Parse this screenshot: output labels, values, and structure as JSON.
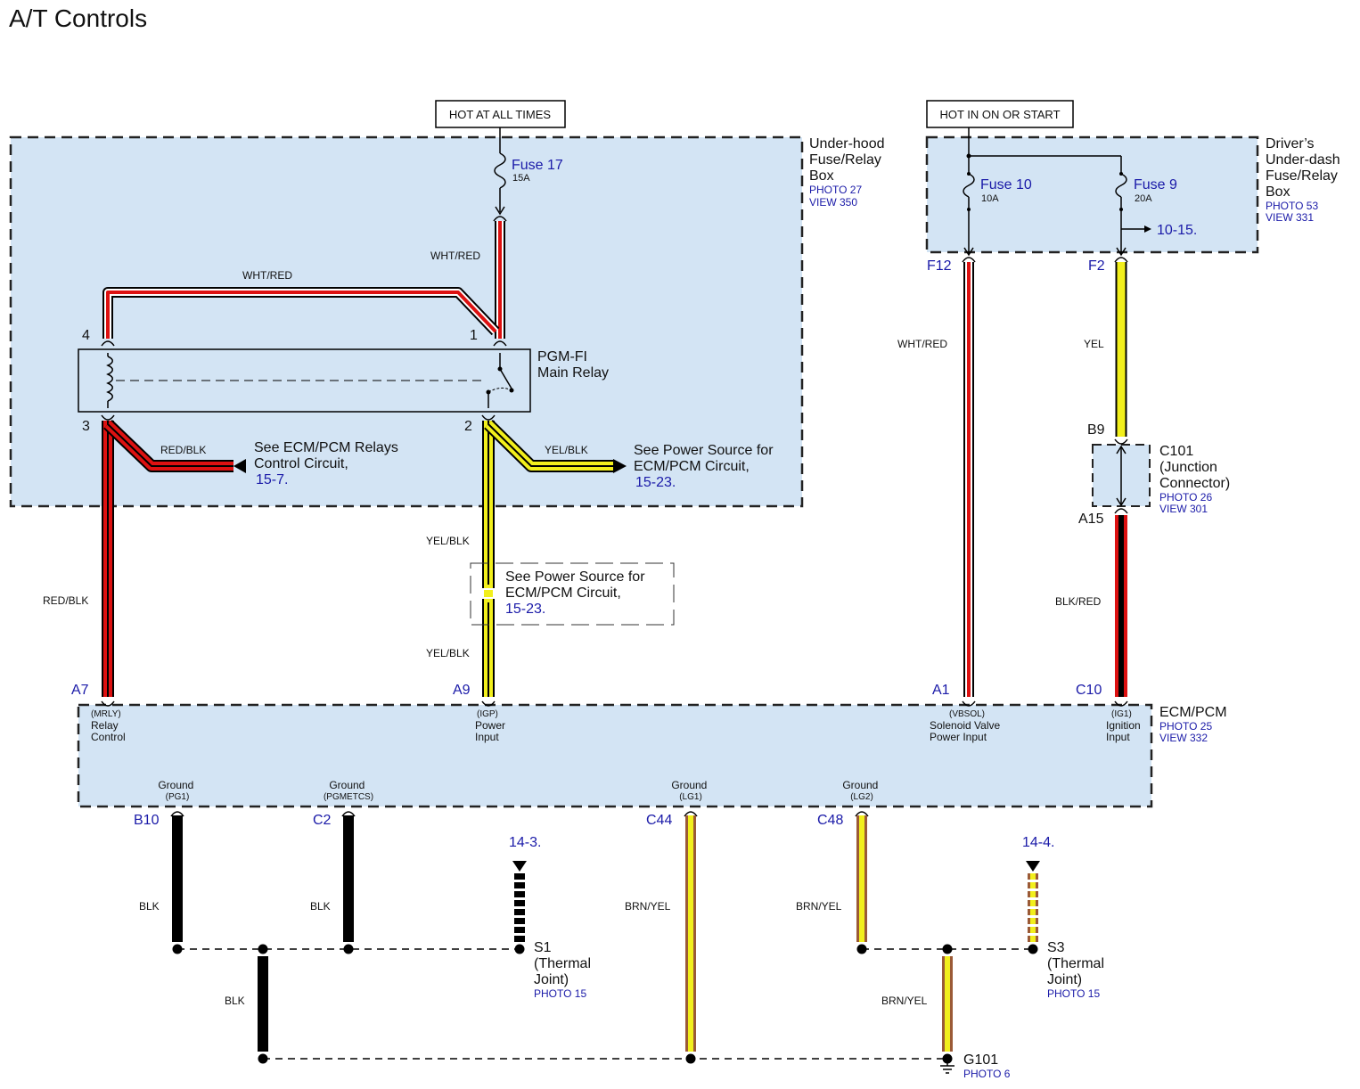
{
  "page_title": "A/T Controls",
  "colors": {
    "box_fill": "#d3e4f4",
    "red": "#dd1111",
    "yellow": "#f2ef1c",
    "brown": "#9b5a36",
    "black": "#000000",
    "link_blue": "#1a1aa8"
  },
  "power_labels": {
    "hot_always": "HOT AT ALL TIMES",
    "hot_on_start": "HOT IN ON OR START"
  },
  "underhood_box": {
    "name_lines": [
      "Under-hood",
      "Fuse/Relay",
      "Box"
    ],
    "photo": "PHOTO 27",
    "view": "VIEW 350",
    "fuse_name": "Fuse 17",
    "fuse_rating": "15A"
  },
  "underdash_box": {
    "name_lines": [
      "Driver’s",
      "Under-dash",
      "Fuse/Relay",
      "Box"
    ],
    "photo": "PHOTO 53",
    "view": "VIEW 331",
    "fuse10_name": "Fuse 10",
    "fuse10_rating": "10A",
    "fuse9_name": "Fuse 9",
    "fuse9_rating": "20A",
    "ref": "10-15."
  },
  "relay": {
    "name_lines": [
      "PGM-FI",
      "Main Relay"
    ],
    "pins": [
      "4",
      "1",
      "3",
      "2"
    ]
  },
  "refs": {
    "relays_control_lines": [
      "See ECM/PCM Relays",
      "Control Circuit,"
    ],
    "relays_control_page": "15-7.",
    "power_source_lines": [
      "See Power Source for",
      "ECM/PCM Circuit,"
    ],
    "power_source_page": "15-23.",
    "power_source2_lines": [
      "See Power Source for",
      "ECM/PCM Circuit,"
    ],
    "power_source2_page": "15-23."
  },
  "wire_labels": {
    "wht_red": "WHT/RED",
    "red_blk": "RED/BLK",
    "yel_blk": "YEL/BLK",
    "yel": "YEL",
    "blk_red": "BLK/RED",
    "blk": "BLK",
    "brn_yel": "BRN/YEL"
  },
  "connectors": {
    "f12": "F12",
    "f2": "F2",
    "b9": "B9",
    "a15": "A15",
    "c101_lines": [
      "C101",
      "(Junction",
      "Connector)"
    ],
    "c101_photo": "PHOTO 26",
    "c101_view": "VIEW 301"
  },
  "ecm": {
    "name": "ECM/PCM",
    "photo": "PHOTO 25",
    "view": "VIEW 332",
    "top_pins": [
      {
        "pin": "A7",
        "lines": [
          "(MRLY)",
          "Relay",
          "Control"
        ]
      },
      {
        "pin": "A9",
        "lines": [
          "(IGP)",
          "Power",
          "Input"
        ]
      },
      {
        "pin": "A1",
        "lines": [
          "(VBSOL)",
          "Solenoid Valve",
          "Power Input"
        ]
      },
      {
        "pin": "C10",
        "lines": [
          "(IG1)",
          "Ignition",
          "Input"
        ]
      }
    ],
    "bottom_pins": [
      {
        "pin": "B10",
        "lines": [
          "Ground",
          "(PG1)"
        ]
      },
      {
        "pin": "C2",
        "lines": [
          "Ground",
          "(PGMETCS)"
        ]
      },
      {
        "pin": "C44",
        "lines": [
          "Ground",
          "(LG1)"
        ]
      },
      {
        "pin": "C48",
        "lines": [
          "Ground",
          "(LG2)"
        ]
      }
    ]
  },
  "joints": {
    "s1_ref": "14-3.",
    "s1_lines": [
      "S1",
      "(Thermal",
      "Joint)"
    ],
    "s1_photo": "PHOTO 15",
    "s3_ref": "14-4.",
    "s3_lines": [
      "S3",
      "(Thermal",
      "Joint)"
    ],
    "s3_photo": "PHOTO 15"
  },
  "ground": {
    "name": "G101",
    "photo": "PHOTO 6"
  }
}
